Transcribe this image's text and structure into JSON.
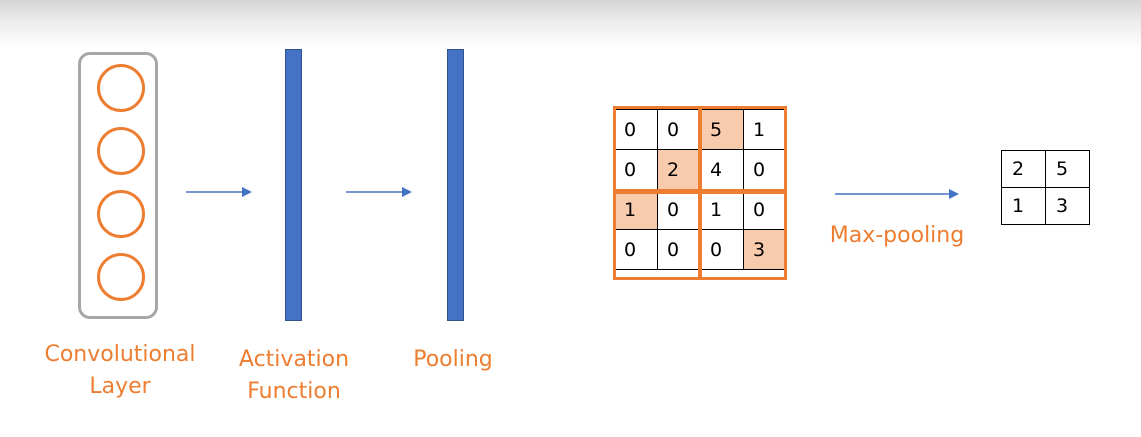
{
  "diagram": {
    "labels": {
      "conv": [
        "Convolutional",
        "Layer"
      ],
      "activation": [
        "Activation",
        "Function"
      ],
      "pooling": "Pooling",
      "maxpool": "Max-pooling"
    },
    "input_matrix": [
      [
        "0",
        "0",
        "5",
        "1"
      ],
      [
        "0",
        "2",
        "4",
        "0"
      ],
      [
        "1",
        "0",
        "1",
        "0"
      ],
      [
        "0",
        "0",
        "0",
        "3"
      ]
    ],
    "output_matrix": [
      [
        "2",
        "5"
      ],
      [
        "1",
        "3"
      ]
    ],
    "colors": {
      "accent": "#ed7d31",
      "highlight": "#f8cbad",
      "bar": "#4472c4",
      "arrow": "#4472c4",
      "box": "#a6a6a6"
    }
  }
}
